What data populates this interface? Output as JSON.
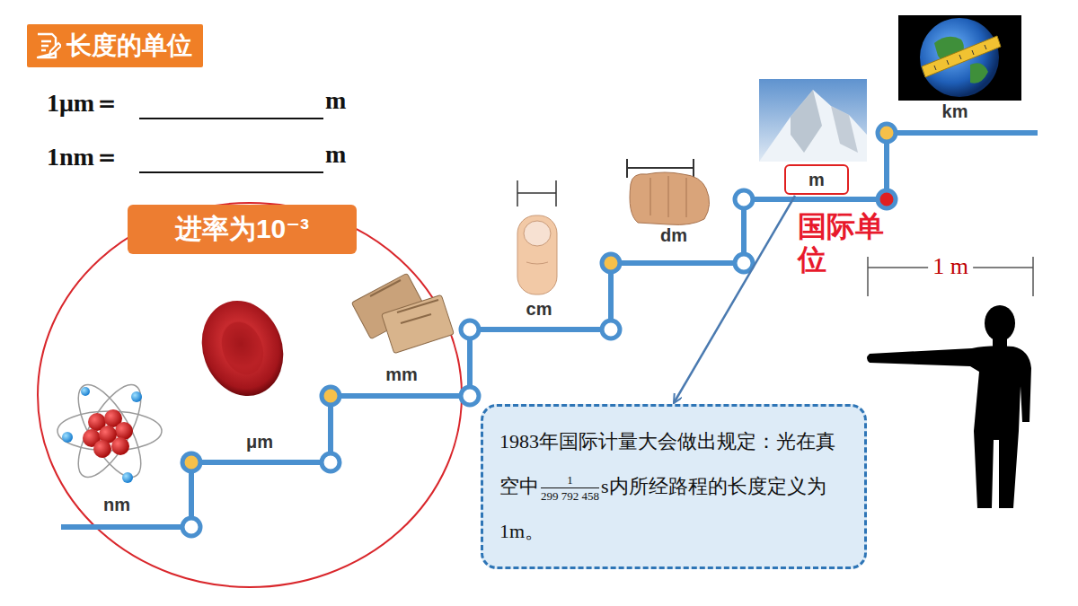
{
  "diagram": {
    "title": "长度的单位",
    "nodes": [
      {
        "text": [
          "进率为10⁻³"
        ]
      },
      {
        "text": [
          "m"
        ]
      },
      {
        "text": [
          "1983年国际计量大会做出规定：光在真空中",
          "1",
          "299 792 458",
          "s内所经路程的长度定义为1m。"
        ]
      }
    ],
    "edges": [
      {
        "from": 1,
        "to": 2,
        "arrow": "to"
      }
    ],
    "labels": [
      "1μm＝",
      "m",
      "1nm＝",
      "m",
      "nm",
      "μm",
      "mm",
      "cm",
      "dm",
      "km",
      "国际单位",
      "1 m"
    ]
  }
}
